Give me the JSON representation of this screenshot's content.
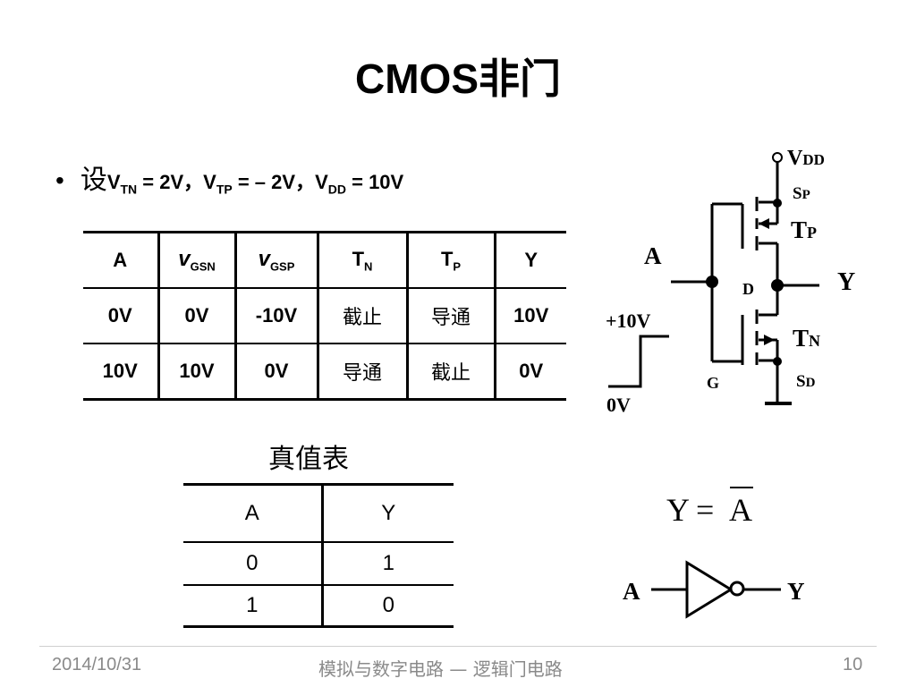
{
  "slide": {
    "title": "CMOS非门",
    "bullet": {
      "cn": "设",
      "vtn_label": "V",
      "vtn_sub": "TN",
      "vtn_val": " = 2V，",
      "vtp_label": "V",
      "vtp_sub": "TP",
      "vtp_val": " = – 2V，",
      "vdd_label": "V",
      "vdd_sub": "DD",
      "vdd_val": " = 10V"
    },
    "table1": {
      "headers": [
        "A",
        "GSN",
        "GSP",
        "N",
        "P",
        "Y"
      ],
      "header_prefix": [
        "",
        "v",
        "v",
        "T",
        "T",
        ""
      ],
      "rows": [
        [
          "0V",
          "0V",
          "-10V",
          "截止",
          "导通",
          "10V"
        ],
        [
          "10V",
          "10V",
          "0V",
          "导通",
          "截止",
          "0V"
        ]
      ]
    },
    "truth_title": "真值表",
    "table2": {
      "headers": [
        "A",
        "Y"
      ],
      "rows": [
        [
          "0",
          "1"
        ],
        [
          "1",
          "0"
        ]
      ]
    },
    "circuit": {
      "vdd": "V",
      "vdd_sub": "DD",
      "sp": "S",
      "sp_sub": "P",
      "tp": "T",
      "tp_sub": "P",
      "a": "A",
      "d": "D",
      "y": "Y",
      "tn": "T",
      "tn_sub": "N",
      "g": "G",
      "sd": "S",
      "sd_sub": "D",
      "plus10": "+10V",
      "zero": "0V"
    },
    "equation": {
      "lhs": "Y",
      "eq": "=",
      "rhs": "A"
    },
    "gate": {
      "in": "A",
      "out": "Y"
    },
    "footer": {
      "date": "2014/10/31",
      "course": "模拟与数字电路 — 逻辑门电路",
      "page": "10"
    }
  }
}
